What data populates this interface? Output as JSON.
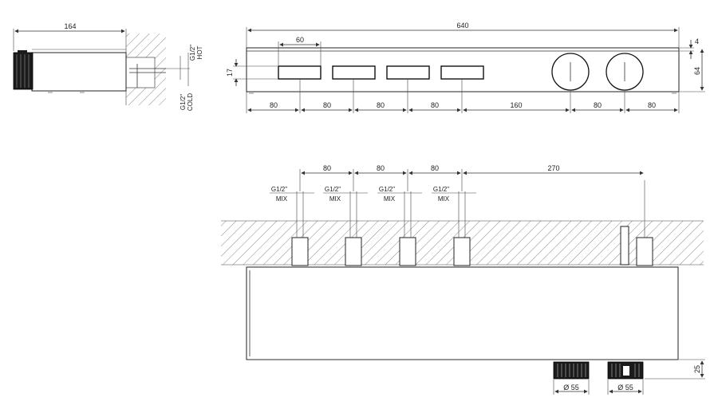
{
  "side_view": {
    "width_dim": "164",
    "hot_label_1": "G1/2\"",
    "hot_label_2": "HOT",
    "cold_label_1": "G1/2\"",
    "cold_label_2": "COLD"
  },
  "front_view": {
    "overall_width": "640",
    "button_width": "60",
    "button_height": "17",
    "top_thickness": "4",
    "overall_height": "64",
    "bottom_dims": [
      "80",
      "80",
      "80",
      "80",
      "160",
      "80",
      "80"
    ]
  },
  "top_view": {
    "spacing_dims": [
      "80",
      "80",
      "80",
      "270"
    ],
    "outlets": [
      {
        "label_1": "G1/2\"",
        "label_2": "MIX"
      },
      {
        "label_1": "G1/2\"",
        "label_2": "MIX"
      },
      {
        "label_1": "G1/2\"",
        "label_2": "MIX"
      },
      {
        "label_1": "G1/2\"",
        "label_2": "MIX"
      }
    ],
    "depth_dim": "25",
    "knob_diameters": [
      "Ø 55",
      "Ø 55"
    ]
  }
}
